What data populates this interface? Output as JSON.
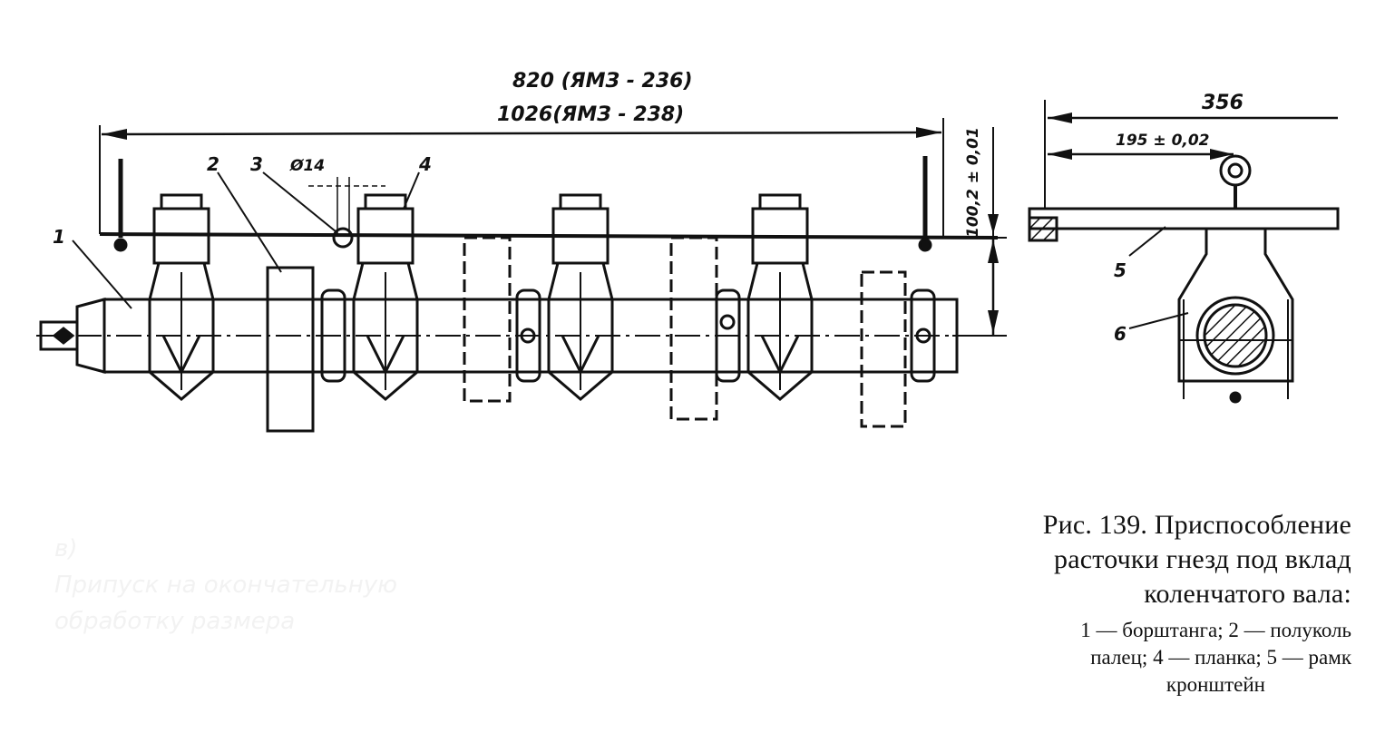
{
  "figure": {
    "dimensions": {
      "overall_1": "820 (ЯМЗ - 236)",
      "overall_2": "1026(ЯМЗ - 238)",
      "pin_diameter": "Ø14",
      "height": "100,2 ± 0,01",
      "right_overall": "356",
      "right_partial": "195 ± 0,02"
    },
    "callouts": [
      "1",
      "2",
      "3",
      "4",
      "5",
      "6"
    ]
  },
  "caption": {
    "title_lines": [
      "Рис. 139. Приспособление",
      "расточки гнезд под вклад",
      "коленчатого вала:"
    ],
    "legend_lines": [
      "1 — борштанга; 2 — полуколь",
      "палец; 4 — планка; 5 — рамк",
      "кронштейн"
    ]
  },
  "ghost_text": [
    "в)",
    "Припуск на окончательную",
    "обработку размера"
  ]
}
